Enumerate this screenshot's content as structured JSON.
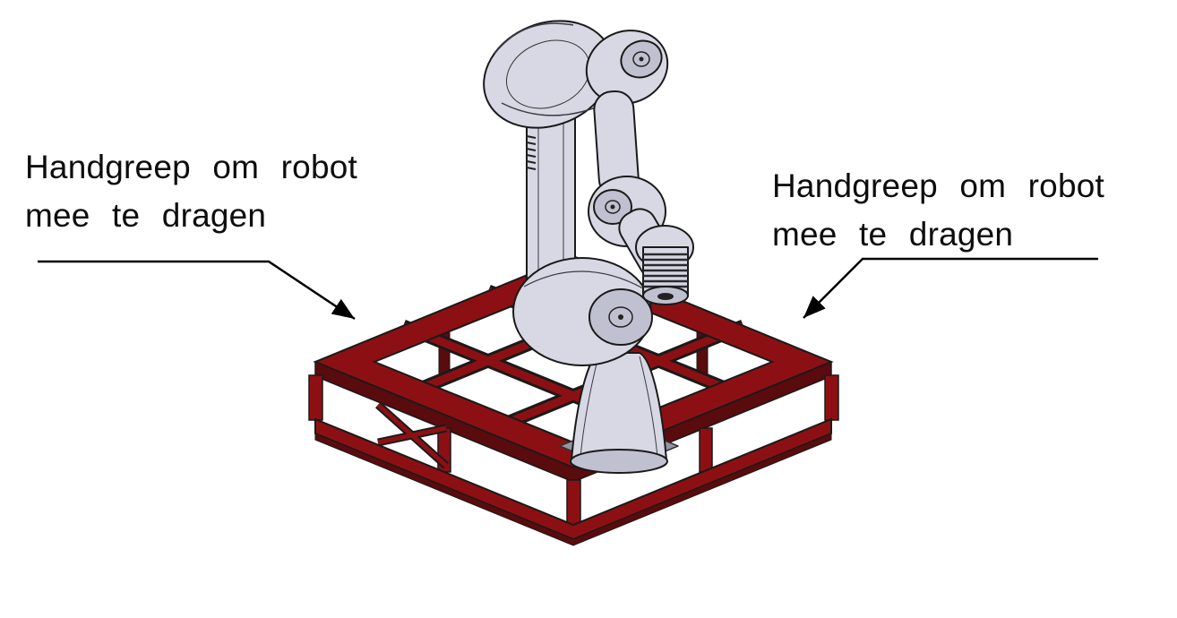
{
  "page": {
    "background": "#ffffff"
  },
  "annotations": {
    "left": {
      "line1": "Handgreep om robot",
      "line2": "mee te dragen"
    },
    "right": {
      "line1": "Handgreep om robot",
      "line2": "mee te dragen"
    }
  },
  "diagram": {
    "subject": "collaborative-robot-arm-mounted-on-carrying-frame",
    "colors": {
      "frame_red": "#8c1013",
      "frame_red_dark": "#5a0b0d",
      "robot_body": "#d7d8e3",
      "robot_shade": "#c0c1d0",
      "plate_gray": "#9496a6",
      "outline": "#1a1a1a",
      "arrow": "#000000"
    }
  }
}
